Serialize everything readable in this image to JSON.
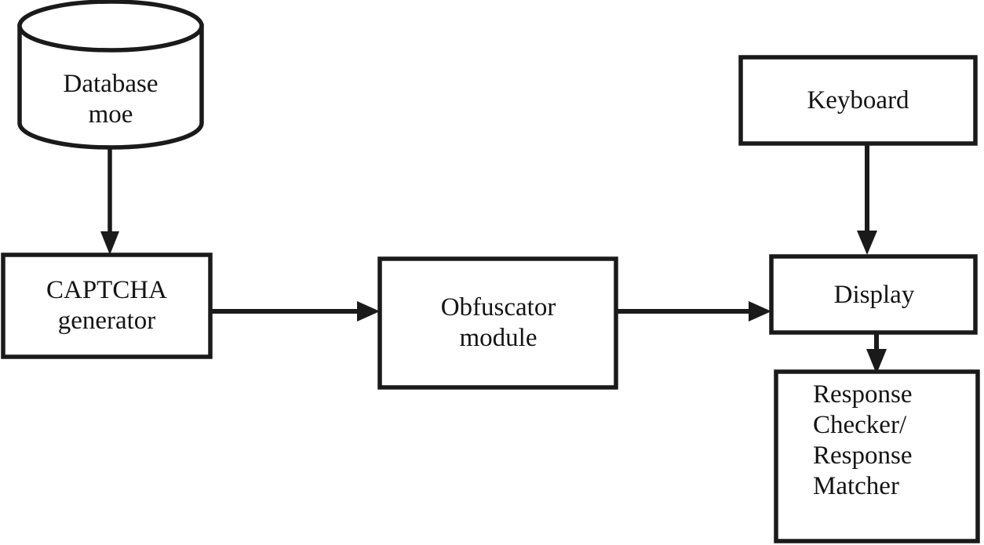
{
  "diagram": {
    "type": "block-diagram",
    "background_color": "#ffffff",
    "stroke_color": "#1a1a1a",
    "text_color": "#141414",
    "nodes": [
      {
        "id": "database",
        "shape": "cylinder",
        "label": "Database\nmoe",
        "name": "database-moe-node"
      },
      {
        "id": "captcha_generator",
        "shape": "rectangle",
        "label": "CAPTCHA\ngenerator",
        "name": "captcha-generator-node"
      },
      {
        "id": "obfuscator_module",
        "shape": "rectangle",
        "label": "Obfuscator\nmodule",
        "name": "obfuscator-module-node"
      },
      {
        "id": "keyboard",
        "shape": "rectangle",
        "label": "Keyboard",
        "name": "keyboard-node"
      },
      {
        "id": "display",
        "shape": "rectangle",
        "label": "Display",
        "name": "display-node"
      },
      {
        "id": "response_checker",
        "shape": "rectangle",
        "label": "Response\nChecker/\nResponse\nMatcher",
        "name": "response-checker-matcher-node"
      }
    ],
    "edges": [
      {
        "id": "e1",
        "from": "database",
        "to": "captcha_generator",
        "direction": "down",
        "label": ""
      },
      {
        "id": "e2",
        "from": "captcha_generator",
        "to": "obfuscator_module",
        "direction": "right",
        "label": ""
      },
      {
        "id": "e3",
        "from": "obfuscator_module",
        "to": "display",
        "direction": "right",
        "label": ""
      },
      {
        "id": "e4",
        "from": "keyboard",
        "to": "display",
        "direction": "down",
        "label": ""
      },
      {
        "id": "e5",
        "from": "display",
        "to": "response_checker",
        "direction": "down",
        "label": ""
      }
    ]
  }
}
